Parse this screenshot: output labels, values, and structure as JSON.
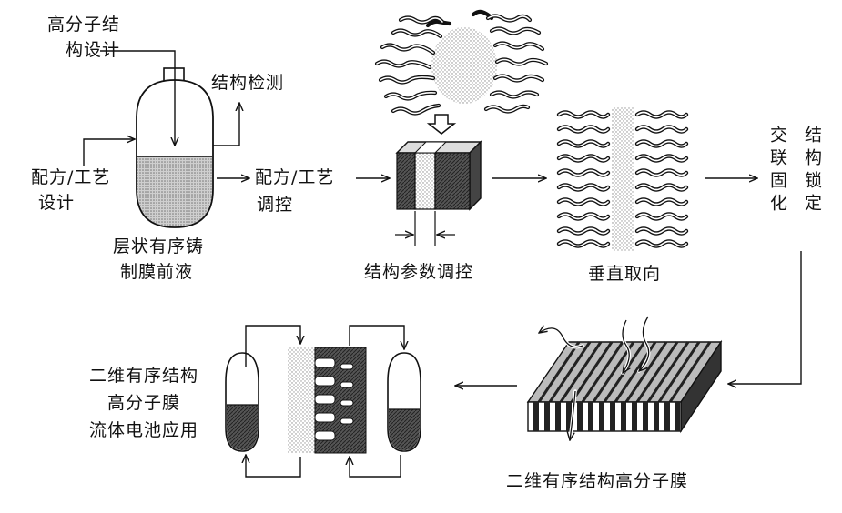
{
  "labels": {
    "polymer_design_line1": "高分子结",
    "polymer_design_line2": "构设计",
    "structure_detection": "结构检测",
    "formula_process_design_line1": "配方/工艺",
    "formula_process_design_line2": "设计",
    "formula_process_control_line1": "配方/工艺",
    "formula_process_control_line2": "调控",
    "casting_solution_line1": "层状有序铸",
    "casting_solution_line2": "制膜前液",
    "structure_parameter_control": "结构参数调控",
    "vertical_orientation": "垂直取向",
    "crosslink_curing_col1": "交联固化",
    "structure_locking_col2": "结构锁定",
    "membrane_2d_ordered": "二维有序结构高分子膜",
    "application_line1": "二维有序结构",
    "application_line2": "高分子膜",
    "application_line3": "流体电池应用"
  },
  "icons": [
    "reactor-vessel-icon",
    "micelle-bundle-icon",
    "layered-block-icon",
    "vertical-lamellae-icon",
    "membrane-slab-icon",
    "flow-battery-icon"
  ]
}
